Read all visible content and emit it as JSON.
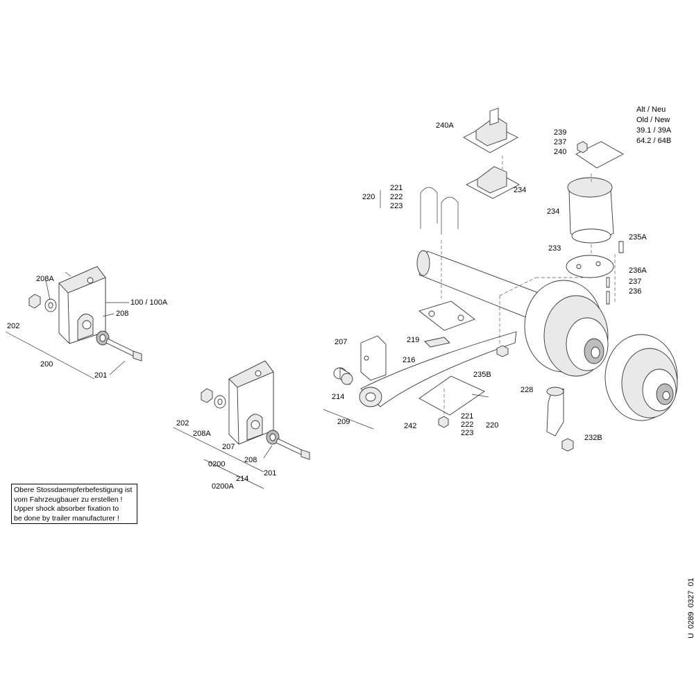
{
  "labels": {
    "l208A_a": "208A",
    "l202_a": "202",
    "l100": "100 / 100A",
    "l208_a": "208",
    "l200": "200",
    "l201_a": "201",
    "l202_b": "202",
    "l208A_b": "208A",
    "l207_b": "207",
    "l208_b": "208",
    "l0200": "0200",
    "l214_b": "214",
    "l201_b": "201",
    "l0200A": "0200A",
    "l240A": "240A",
    "l234_a": "234",
    "l221_a": "221",
    "l222_a": "222",
    "l223_a": "223",
    "l220_a": "220",
    "l239": "239",
    "l237_a": "237",
    "l240": "240",
    "l234_b": "234",
    "l235A": "235A",
    "l233": "233",
    "l236A": "236A",
    "l237_b": "237",
    "l236": "236",
    "l207_a": "207",
    "l219": "219",
    "l216": "216",
    "l235B": "235B",
    "l214_a": "214",
    "l209": "209",
    "l242": "242",
    "l221_b": "221",
    "l222_b": "222",
    "l223_b": "223",
    "l220_b": "220",
    "l228": "228",
    "l232B": "232B"
  },
  "version_note": [
    "Alt / Neu",
    "Old / New",
    "39.1 / 39A",
    "64.2 / 64B"
  ],
  "manufacturer_note": [
    "Obere Stossdaempferbefestigung ist",
    "vom Fahrzeugbauer zu erstellen !",
    "Upper shock absorber fixation to",
    "be done by trailer manufacturer !"
  ],
  "drawing_number": "U_0289_0327_01"
}
